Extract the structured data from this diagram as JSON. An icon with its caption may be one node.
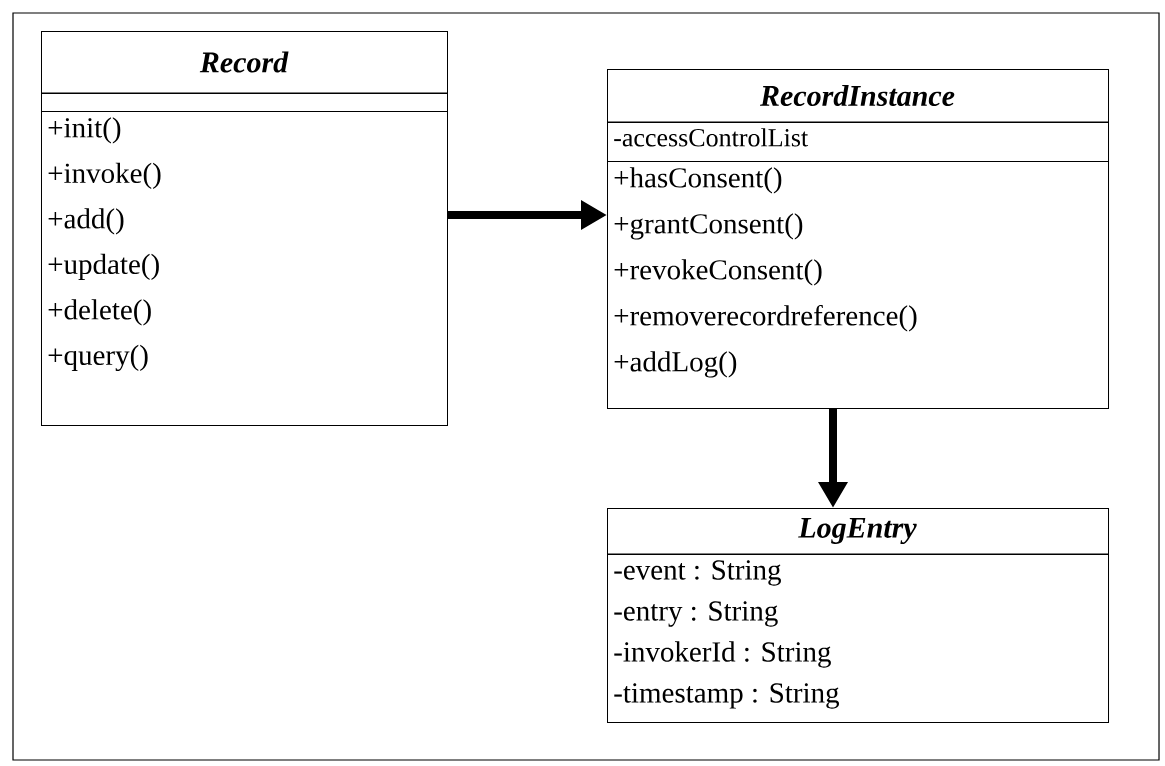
{
  "diagram": {
    "nodes": [
      {
        "text": [
          "Record"
        ]
      },
      {
        "text": [],
        "shape": "box",
        "in": 0
      },
      {
        "text": [
          "+init()",
          "+invoke()",
          "+add()",
          "+update()",
          "+delete()",
          "+query()"
        ],
        "in": 0
      },
      {
        "text": [
          "RecordInstance"
        ]
      },
      {
        "text": [
          "-accessControlList"
        ],
        "in": 3
      },
      {
        "text": [
          "+hasConsent()",
          "+grantConsent()",
          "+revokeConsent()",
          "+removerecordreference()",
          "+addLog()"
        ],
        "in": 3
      },
      {
        "text": [
          "LogEntry"
        ]
      },
      {
        "text": [
          "-event : String",
          "-entry : String",
          "-invokerId : String",
          "-timestamp : String"
        ],
        "in": 6
      }
    ],
    "edges": [
      {
        "from": 0,
        "to": 3,
        "arrow": "to"
      },
      {
        "from": 3,
        "to": 6,
        "arrow": "to"
      }
    ]
  }
}
